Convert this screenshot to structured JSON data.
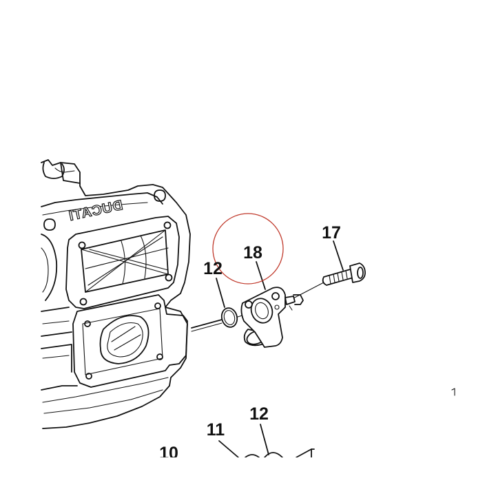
{
  "diagram": {
    "callouts": [
      {
        "id": "c17",
        "text": "17"
      },
      {
        "id": "c18",
        "text": "18"
      },
      {
        "id": "c12a",
        "text": "12"
      },
      {
        "id": "c12b",
        "text": "12"
      },
      {
        "id": "c11",
        "text": "11"
      },
      {
        "id": "c10",
        "text": "10"
      }
    ],
    "brand_mark": "DUCATI",
    "highlight_color": "#c0392b",
    "line_color": "#111111"
  }
}
